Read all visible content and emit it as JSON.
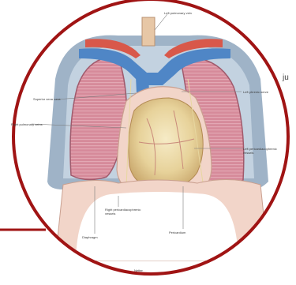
{
  "figure": {
    "labels": {
      "top": "Left pulmonary vein",
      "left_upper": "Superior vena cava",
      "left_middle": "Right pulmonary veins",
      "right_upper": "Left phrenic nerve",
      "right_middle": "Left pericardiacophrenic vessels",
      "bottom_center": "Right pericardiacophrenic vessels",
      "bottom_left": "Diaphragm",
      "bottom_right": "Pericardium",
      "credit": "Netter"
    },
    "outside_text": "ju",
    "colors": {
      "ring": "#a01414",
      "lung": "#d68a9a",
      "vein": "#4f86c6",
      "artery": "#d8584a",
      "heart": "#ead6a2",
      "pericardium": "#f2d5c9"
    }
  }
}
